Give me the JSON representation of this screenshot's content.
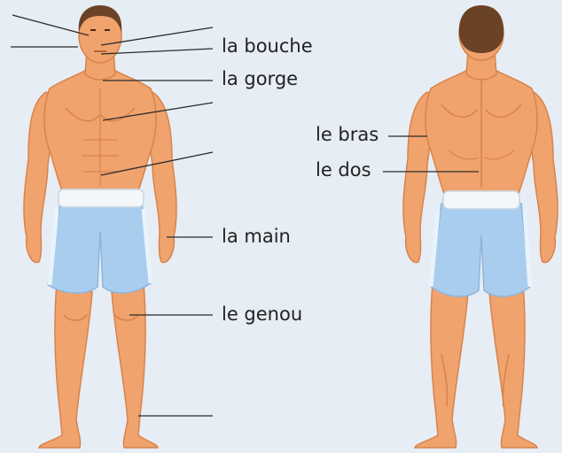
{
  "colors": {
    "background": "#e6edf4",
    "skin": "#f0a36c",
    "skin_shade": "#d9834c",
    "hair": "#6b4226",
    "shorts": "#a9cdef",
    "shorts_stripe": "#e9f3fc",
    "waistband": "#f4f7fa",
    "line": "#2b2b2b"
  },
  "labels": {
    "mouth": "la bouche",
    "throat": "la gorge",
    "hand": "la main",
    "knee": "le genou",
    "arm": "le bras",
    "back": "le dos"
  }
}
